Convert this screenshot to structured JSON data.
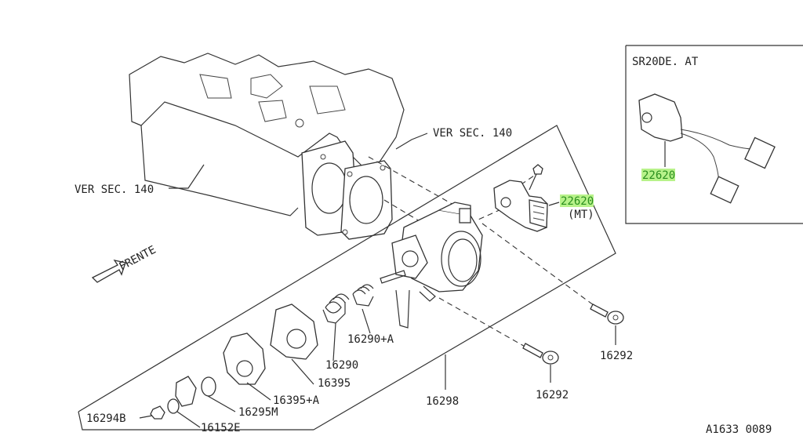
{
  "labels": {
    "ver_sec_left": "VER SEC. 140",
    "ver_sec_top": "VER SEC. 140",
    "frente": "FRENTE",
    "sensor_mt_num": "22620",
    "sensor_mt_suffix": "(MT)",
    "inset_title": "SR20DE. AT",
    "sensor_at_num": "22620",
    "bolt_right": "16292",
    "bolt_lower": "16292",
    "body_assy": "16298",
    "spring_a": "16290+A",
    "spring": "16290",
    "drum": "16395",
    "drum_a": "16395+A",
    "plate_m": "16295M",
    "washer": "16152E",
    "nut": "16294B",
    "footer_code": "A1633  0089"
  },
  "colors": {
    "highlight_fill": "#b8f28a",
    "highlight_text": "#2a8f1e",
    "line": "#333333"
  }
}
